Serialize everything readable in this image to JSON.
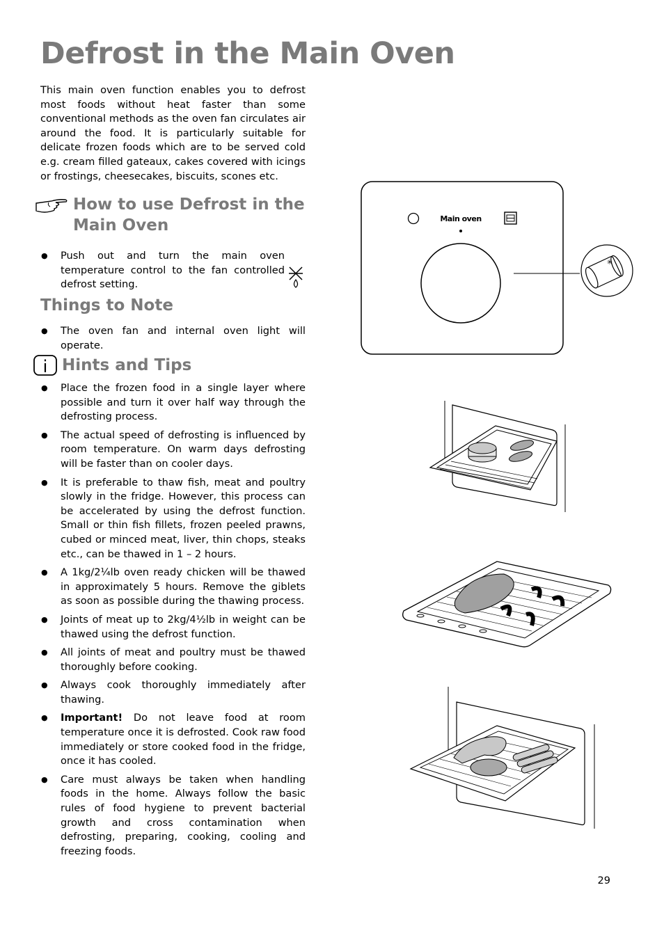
{
  "page": {
    "title": "Defrost in the Main Oven",
    "intro": "This main oven function enables you to defrost most foods without heat faster than some conventional methods as the oven fan circulates air around the food.  It is particularly suitable for delicate frozen foods which are to be served cold e.g. cream filled gateaux, cakes covered with icings or frostings, cheesecakes, biscuits, scones etc.",
    "page_number": "29"
  },
  "how_to": {
    "heading_line1": "How to use Defrost in the",
    "heading_line2": "Main Oven",
    "steps": [
      "Push out and turn the main oven temperature control to the fan controlled defrost setting."
    ]
  },
  "things_to_note": {
    "heading": "Things to Note",
    "items": [
      "The oven fan and internal oven light will operate."
    ]
  },
  "hints": {
    "heading": "Hints and Tips",
    "items": [
      "Place the frozen food in a single layer where possible and turn it over half way through the defrosting process.",
      "The actual speed of defrosting is influenced by room temperature.  On warm days defrosting will be faster than on cooler days.",
      "It is preferable to thaw fish, meat and poultry slowly in the fridge.  However, this process can be accelerated by using the defrost function. Small or thin fish fillets, frozen peeled prawns, cubed or minced meat, liver, thin chops, steaks etc., can be thawed in 1 – 2 hours.",
      "A 1kg/2¼lb oven ready chicken will be thawed in approximately 5 hours. Remove the giblets as soon as possible during the thawing process.",
      "Joints of meat up to 2kg/4½lb in weight can be thawed using the defrost function.",
      "All joints of meat and poultry must be thawed thoroughly before cooking.",
      "Always cook thoroughly immediately after thawing."
    ],
    "important_label": "Important!",
    "important_text": " Do not leave food at room temperature once it is defrosted.  Cook raw food immediately or store cooked food in the fridge, once it has cooled.",
    "last_item": "Care must always be taken when handling foods in the home.  Always follow the basic rules of food hygiene to prevent bacterial growth and cross contamination when defrosting, preparing, cooking, cooling and freezing foods."
  },
  "control_panel": {
    "label": "Main oven"
  },
  "icons": {
    "pointing_hand": "pointing-hand-icon",
    "info": "info-icon",
    "defrost": "defrost-icon"
  },
  "colors": {
    "heading_gray": "#7a7a7a"
  }
}
